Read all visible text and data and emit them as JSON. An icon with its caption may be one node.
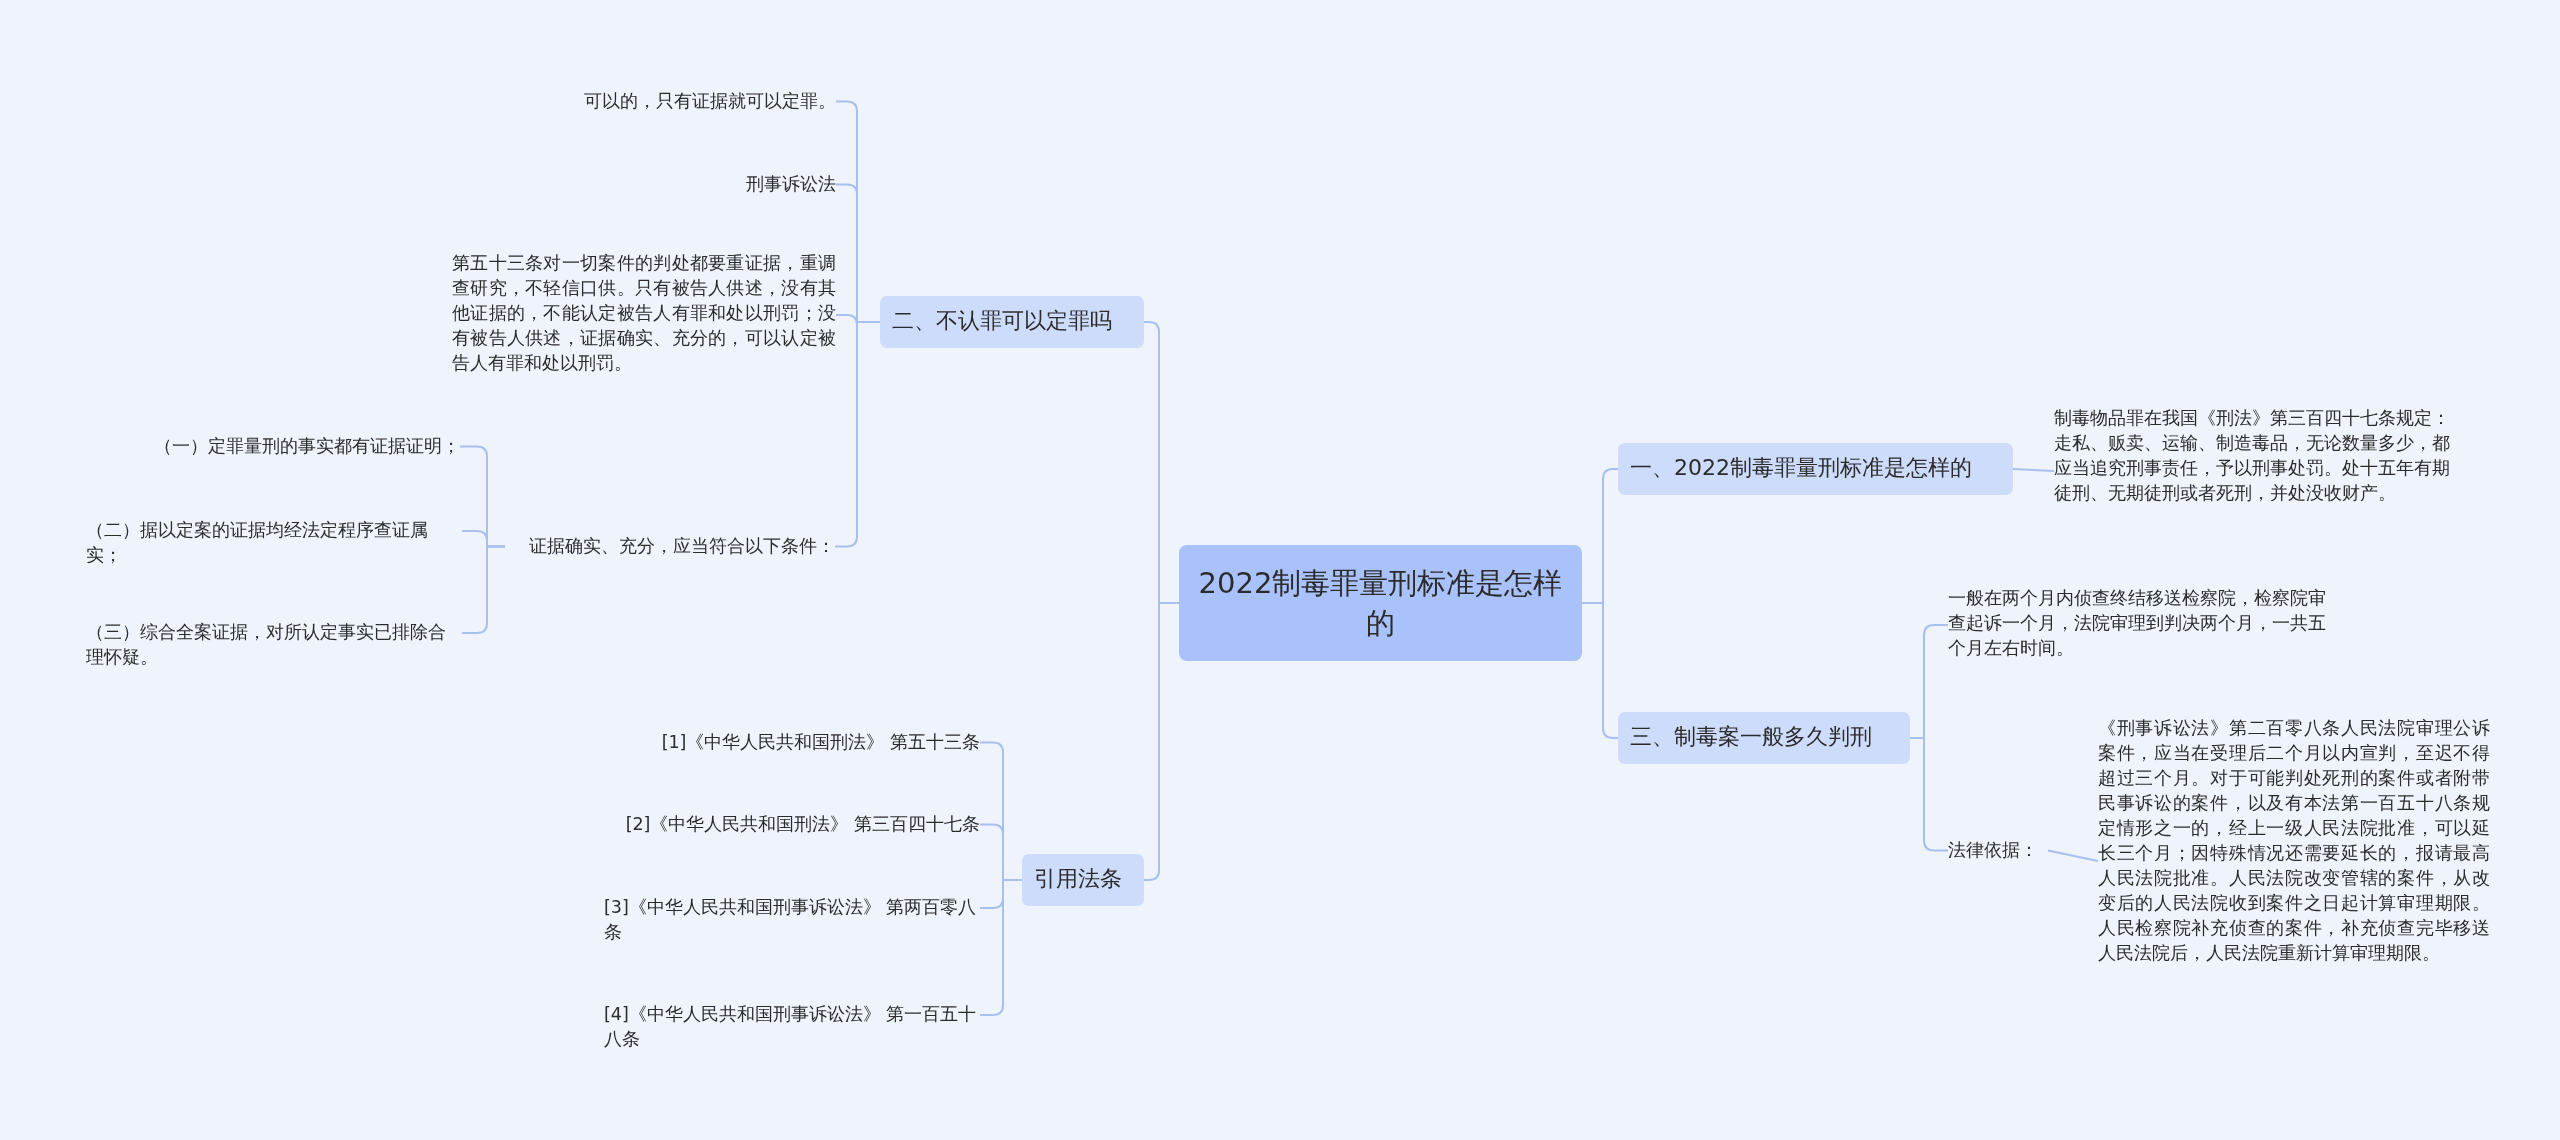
{
  "diagram": {
    "nodes": [
      {
        "text": [
          "2022制毒罪量刑标准是怎样的"
        ]
      },
      {
        "text": [
          "一、2022制毒罪量刑标准是怎样的"
        ]
      },
      {
        "text": [
          "制毒物品罪在我国《刑法》第三百四十七条规定：走私、贩卖、运输、制造毒品，无论数量多少，都应当追究刑事责任，予以刑事处罚。处十五年有期徒刑、无期徒刑或者死刑，并处没收财产。"
        ]
      },
      {
        "text": [
          "三、制毒案一般多久判刑"
        ]
      },
      {
        "text": [
          "一般在两个月内侦查终结移送检察院，检察院审查起诉一个月，法院审理到判决两个月，一共五个月左右时间。"
        ]
      },
      {
        "text": [
          "法律依据："
        ]
      },
      {
        "text": [
          "《刑事诉讼法》第二百零八条人民法院审理公诉案件，应当在受理后二个月以内宣判，至迟不得超过三个月。对于可能判处死刑的案件或者附带民事诉讼的案件，以及有本法第一百五十八条规定情形之一的，经上一级人民法院批准，可以延长三个月；因特殊情况还需要延长的，报请最高人民法院批准。人民法院改变管辖的案件，从改变后的人民法院收到案件之日起计算审理期限。人民检察院补充侦查的案件，补充侦查完毕移送人民法院后，人民法院重新计算审理期限。"
        ]
      },
      {
        "text": [
          "二、不认罪可以定罪吗"
        ]
      },
      {
        "text": [
          "可以的，只有证据就可以定罪。"
        ]
      },
      {
        "text": [
          "刑事诉讼法"
        ]
      },
      {
        "text": [
          "第五十三条对一切案件的判处都要重证据，重调查研究，不轻信口供。只有被告人供述，没有其他证据的，不能认定被告人有罪和处以刑罚；没有被告人供述，证据确实、充分的，可以认定被告人有罪和处以刑罚。"
        ]
      },
      {
        "text": [
          "证据确实、充分，应当符合以下条件："
        ]
      },
      {
        "text": [
          "（一）定罪量刑的事实都有证据证明；"
        ]
      },
      {
        "text": [
          "（二）据以定案的证据均经法定程序查证属实；"
        ]
      },
      {
        "text": [
          "（三）综合全案证据，对所认定事实已排除合理怀疑。"
        ]
      },
      {
        "text": [
          "引用法条"
        ]
      },
      {
        "text": [
          "[1]《中华人民共和国刑法》 第五十三条"
        ]
      },
      {
        "text": [
          "[2]《中华人民共和国刑法》 第三百四十七条"
        ]
      },
      {
        "text": [
          "[3]《中华人民共和国刑事诉讼法》 第两百零八条"
        ]
      },
      {
        "text": [
          "[4]《中华人民共和国刑事诉讼法》 第一百五十八条"
        ]
      }
    ],
    "edges": [
      {
        "from": 0,
        "to": 1,
        "arrow": "none"
      },
      {
        "from": 1,
        "to": 2,
        "arrow": "none"
      },
      {
        "from": 0,
        "to": 3,
        "arrow": "none"
      },
      {
        "from": 3,
        "to": 4,
        "arrow": "none"
      },
      {
        "from": 3,
        "to": 5,
        "arrow": "none"
      },
      {
        "from": 5,
        "to": 6,
        "arrow": "none"
      },
      {
        "from": 0,
        "to": 7,
        "arrow": "none"
      },
      {
        "from": 7,
        "to": 8,
        "arrow": "none"
      },
      {
        "from": 7,
        "to": 9,
        "arrow": "none"
      },
      {
        "from": 7,
        "to": 10,
        "arrow": "none"
      },
      {
        "from": 7,
        "to": 11,
        "arrow": "none"
      },
      {
        "from": 11,
        "to": 12,
        "arrow": "none"
      },
      {
        "from": 11,
        "to": 13,
        "arrow": "none"
      },
      {
        "from": 11,
        "to": 14,
        "arrow": "none"
      },
      {
        "from": 0,
        "to": 15,
        "arrow": "none"
      },
      {
        "from": 15,
        "to": 16,
        "arrow": "none"
      },
      {
        "from": 15,
        "to": 17,
        "arrow": "none"
      },
      {
        "from": 15,
        "to": 18,
        "arrow": "none"
      },
      {
        "from": 15,
        "to": 19,
        "arrow": "none"
      }
    ]
  }
}
